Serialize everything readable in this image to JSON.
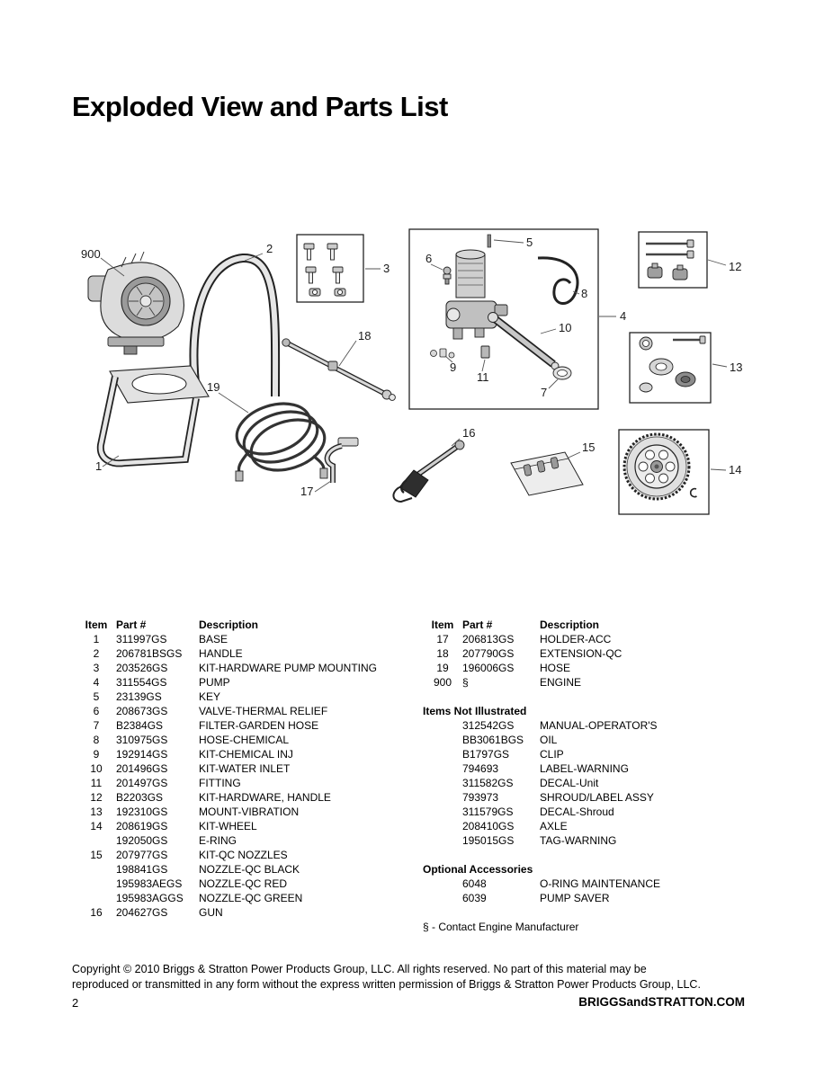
{
  "page": {
    "title": "Exploded View and Parts List",
    "page_number": "2",
    "website": "BRIGGSandSTRATTON.COM",
    "copyright_line1": "Copyright © 2010 Briggs & Stratton Power Products Group, LLC.  All rights reserved.  No part of this material may be",
    "copyright_line2": "reproduced or transmitted in any form without the express written permission of Briggs & Stratton Power Products Group, LLC."
  },
  "diagram": {
    "callouts": {
      "base": "1",
      "handle": "2",
      "hardware_pump": "3",
      "pump_assembly": "4",
      "key": "5",
      "valve": "6",
      "filter": "7",
      "hose_chemical": "8",
      "chemical_inj": "9",
      "water_inlet": "10",
      "fitting": "11",
      "hardware_handle": "12",
      "mount": "13",
      "wheel": "14",
      "nozzles": "15",
      "gun": "16",
      "holder": "17",
      "extension": "18",
      "hose": "19",
      "engine": "900"
    }
  },
  "parts": {
    "headers": [
      "Item",
      "Part #",
      "Description"
    ],
    "left_rows": [
      [
        "1",
        "311997GS",
        "BASE"
      ],
      [
        "2",
        "206781BSGS",
        "HANDLE"
      ],
      [
        "3",
        "203526GS",
        "KIT-HARDWARE PUMP MOUNTING"
      ],
      [
        "4",
        "311554GS",
        "PUMP"
      ],
      [
        "5",
        "23139GS",
        "KEY"
      ],
      [
        "6",
        "208673GS",
        "VALVE-THERMAL RELIEF"
      ],
      [
        "7",
        "B2384GS",
        "FILTER-GARDEN HOSE"
      ],
      [
        "8",
        "310975GS",
        "HOSE-CHEMICAL"
      ],
      [
        "9",
        "192914GS",
        "KIT-CHEMICAL INJ"
      ],
      [
        "10",
        "201496GS",
        "KIT-WATER INLET"
      ],
      [
        "11",
        "201497GS",
        "FITTING"
      ],
      [
        "12",
        "B2203GS",
        "KIT-HARDWARE, HANDLE"
      ],
      [
        "13",
        "192310GS",
        "MOUNT-VIBRATION"
      ],
      [
        "14",
        "208619GS",
        "KIT-WHEEL"
      ],
      [
        "",
        "192050GS",
        "E-RING"
      ],
      [
        "15",
        "207977GS",
        "KIT-QC NOZZLES"
      ],
      [
        "",
        "198841GS",
        "NOZZLE-QC BLACK"
      ],
      [
        "",
        "195983AEGS",
        "NOZZLE-QC RED"
      ],
      [
        "",
        "195983AGGS",
        "NOZZLE-QC GREEN"
      ],
      [
        "16",
        "204627GS",
        "GUN"
      ]
    ],
    "right_rows": [
      [
        "17",
        "206813GS",
        "HOLDER-ACC"
      ],
      [
        "18",
        "207790GS",
        "EXTENSION-QC"
      ],
      [
        "19",
        "196006GS",
        "HOSE"
      ],
      [
        "900",
        "§",
        "ENGINE"
      ]
    ],
    "sections": [
      {
        "title": "Items Not Illustrated",
        "rows": [
          [
            "312542GS",
            "MANUAL-OPERATOR'S"
          ],
          [
            "BB3061BGS",
            "OIL"
          ],
          [
            "B1797GS",
            "CLIP"
          ],
          [
            "794693",
            "LABEL-WARNING"
          ],
          [
            "311582GS",
            "DECAL-Unit"
          ],
          [
            "793973",
            "SHROUD/LABEL ASSY"
          ],
          [
            "311579GS",
            "DECAL-Shroud"
          ],
          [
            "208410GS",
            "AXLE"
          ],
          [
            "195015GS",
            "TAG-WARNING"
          ]
        ]
      },
      {
        "title": "Optional Accessories",
        "rows": [
          [
            "6048",
            "O-RING MAINTENANCE"
          ],
          [
            "6039",
            "PUMP SAVER"
          ]
        ]
      }
    ],
    "footnote": "§ - Contact Engine Manufacturer"
  }
}
